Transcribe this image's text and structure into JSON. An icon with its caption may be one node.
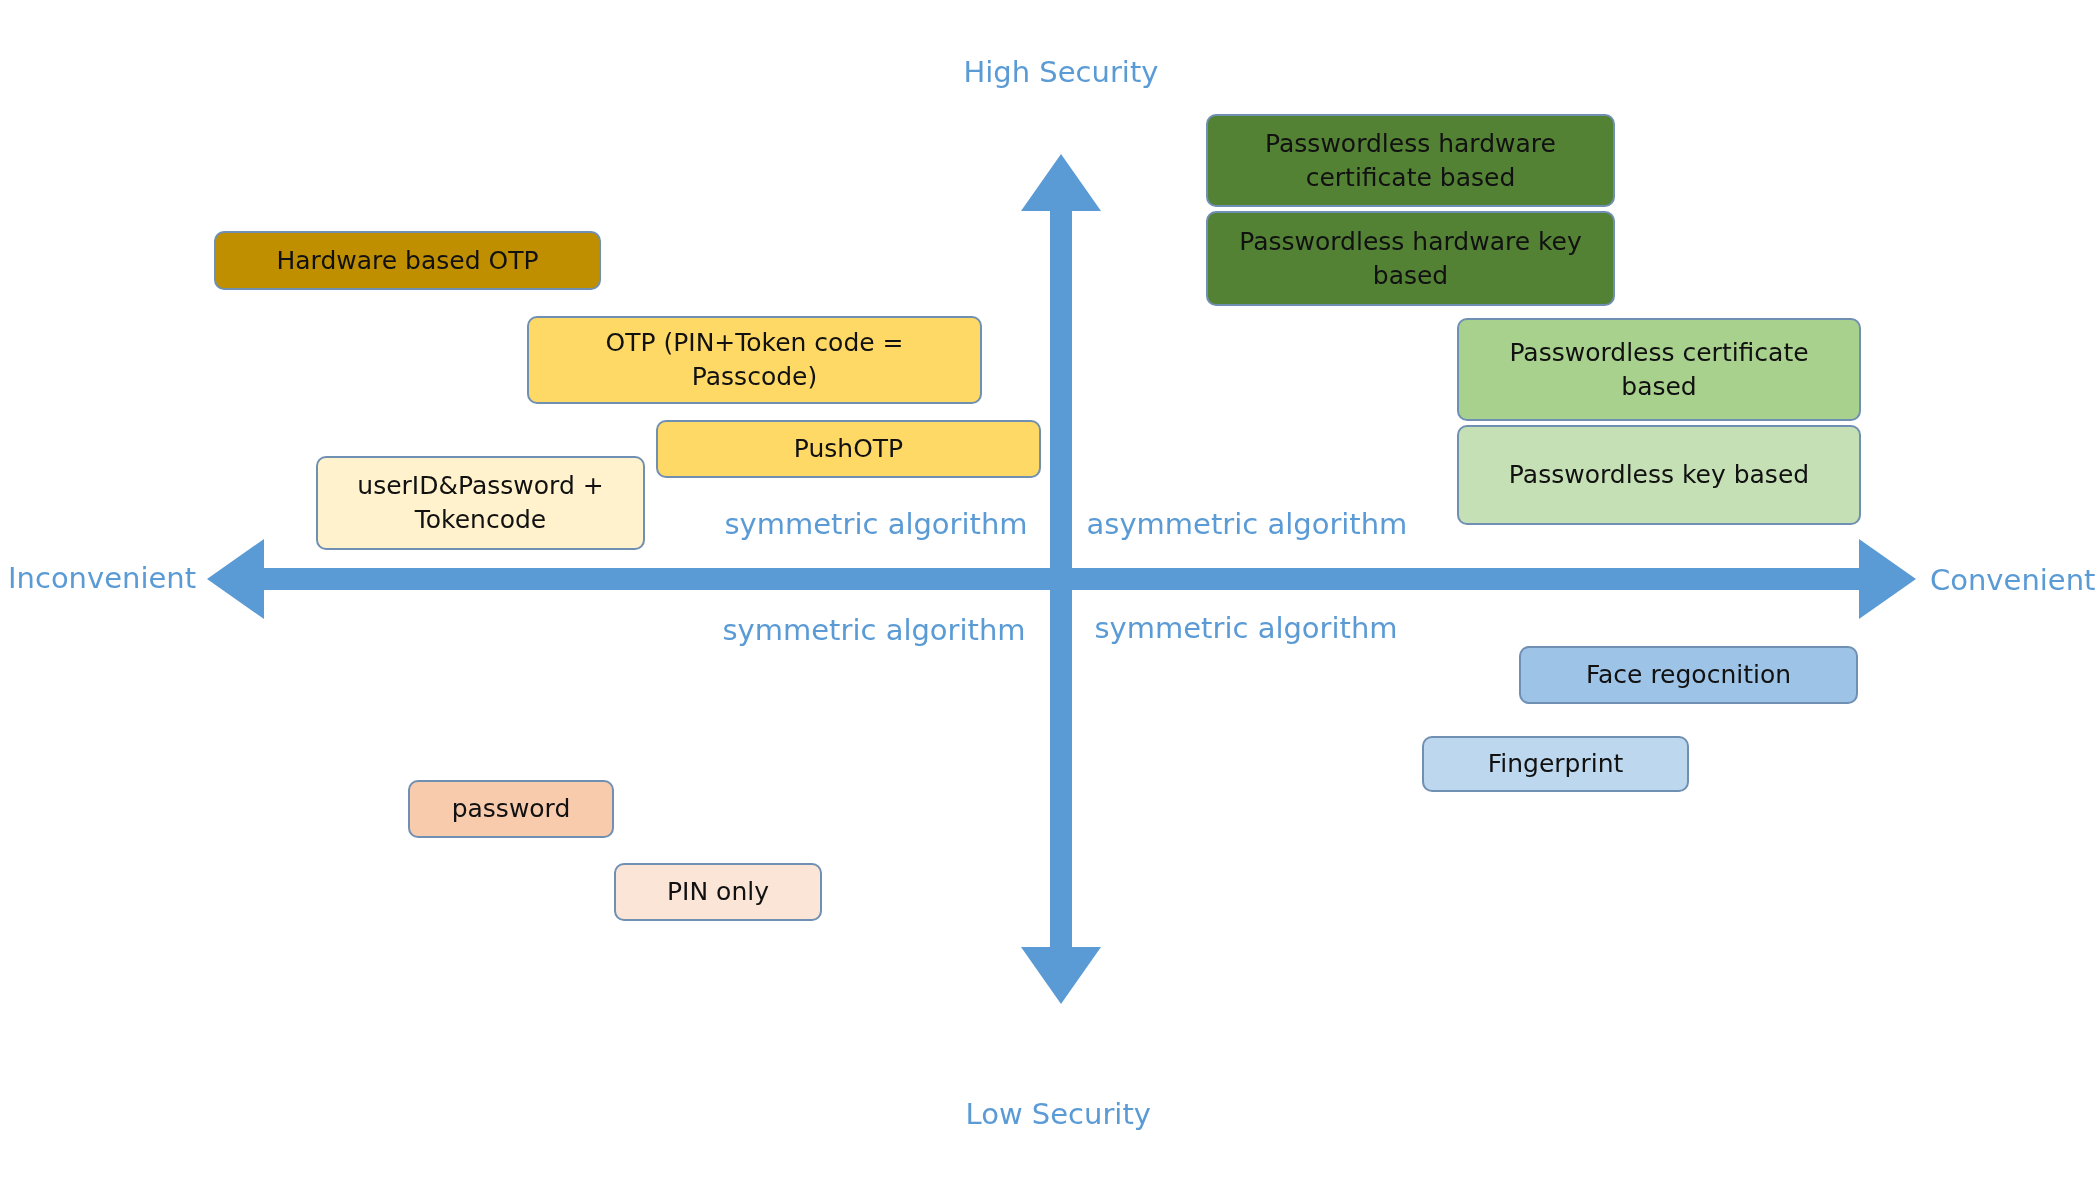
{
  "diagram": {
    "nodes": [
      {
        "text": [
          "Passwordless hardware certificate based"
        ]
      },
      {
        "text": [
          "Passwordless hardware key based"
        ]
      },
      {
        "text": [
          "Hardware based OTP"
        ]
      },
      {
        "text": [
          "OTP (PIN+Token code = Passcode)"
        ]
      },
      {
        "text": [
          "Passwordless certificate based"
        ]
      },
      {
        "text": [
          "PushOTP"
        ]
      },
      {
        "text": [
          "Passwordless key based"
        ]
      },
      {
        "text": [
          "userID&Password + Tokencode"
        ]
      },
      {
        "text": [
          "Face regocnition"
        ]
      },
      {
        "text": [
          "Fingerprint"
        ]
      },
      {
        "text": [
          "password"
        ]
      },
      {
        "text": [
          "PIN only"
        ]
      }
    ],
    "labels": [
      "High Security",
      "symmetric algorithm",
      "asymmetric algorithm",
      "Inconvenient",
      "Convenient",
      "symmetric algorithm",
      "symmetric algorithm",
      "Low Security"
    ]
  }
}
